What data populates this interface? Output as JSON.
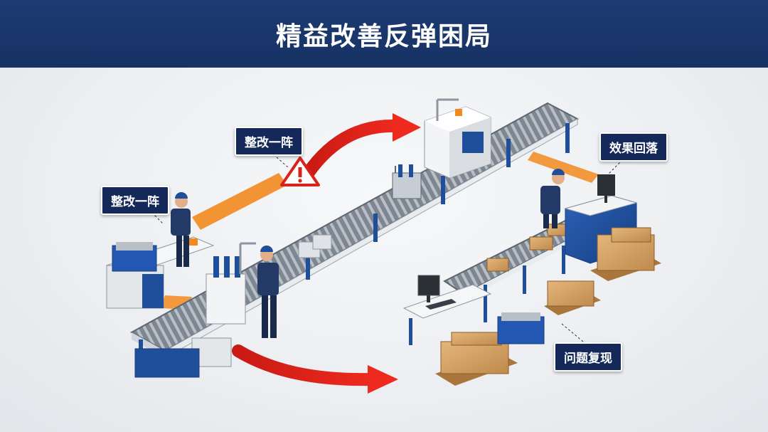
{
  "header": {
    "title": "精益改善反弹困局"
  },
  "callouts": {
    "rectify_top": "整改一阵",
    "rectify_left": "整改一阵",
    "effect_drop": "效果回落",
    "problem_return": "问题复现"
  },
  "icons": {
    "warning": "warning-triangle-icon",
    "cycle_arrow_top": "curved-arrow-right-icon",
    "cycle_arrow_bottom": "curved-arrow-right-icon"
  },
  "colors": {
    "header_bg": "#1d3b73",
    "callout_bg": "#14295a",
    "arrow_red": "#e0241b",
    "stripe_orange": "#f28a1f",
    "machine_blue": "#1f4e9a",
    "roller_gray": "#9aa3ad",
    "box_brown": "#d9a86c",
    "crate_blue": "#2456b3"
  }
}
